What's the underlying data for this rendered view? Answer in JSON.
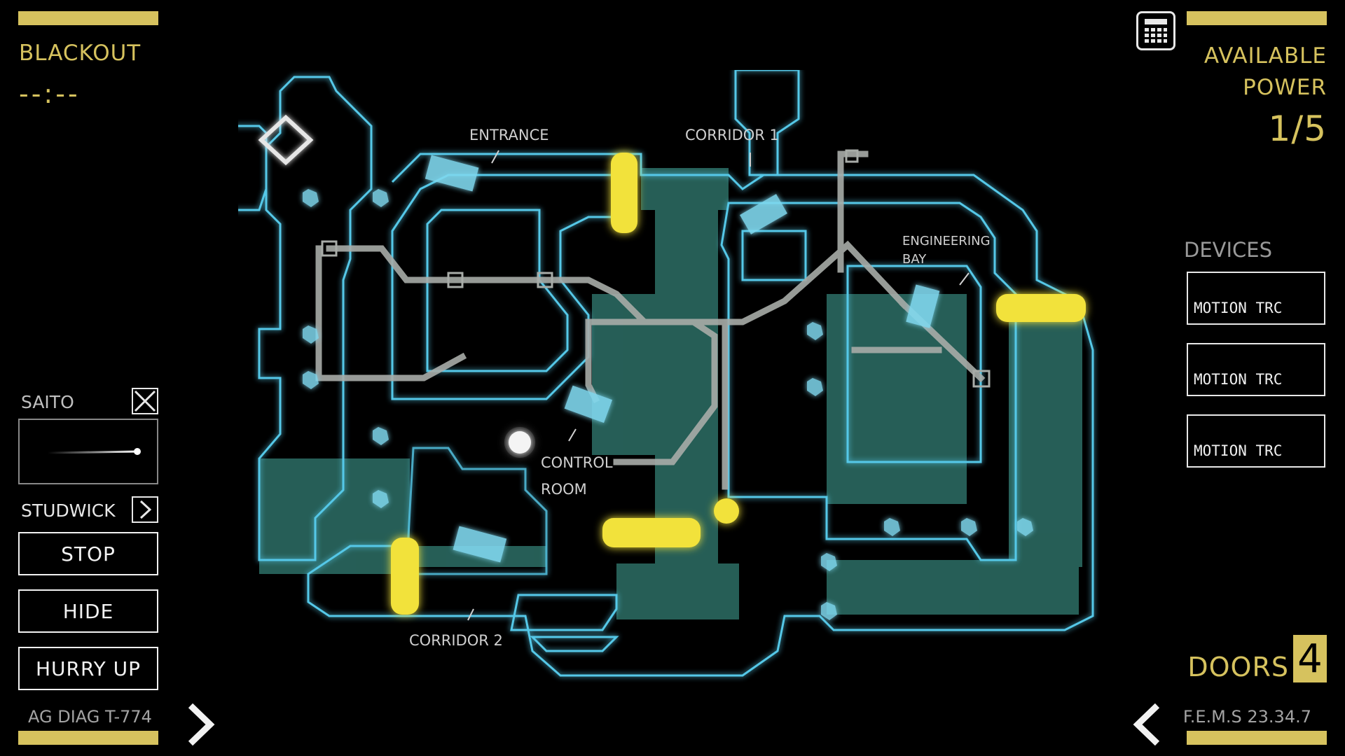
{
  "hud": {
    "blackout_title": "BLACKOUT",
    "blackout_timer": "--:--",
    "power_label_1": "AVAILABLE",
    "power_label_2": "POWER",
    "power_value": "1/5",
    "doors_label": "DOORS",
    "doors_count": "4",
    "diag_code": "AG DIAG T-774",
    "fems_code": "F.E.M.S 23.34.7"
  },
  "devices": {
    "title": "DEVICES",
    "items": [
      {
        "label": "MOTION TRC"
      },
      {
        "label": "MOTION TRC"
      },
      {
        "label": "MOTION TRC"
      }
    ]
  },
  "crew": {
    "saito": "SAITO",
    "studwick": "STUDWICK"
  },
  "actions": {
    "stop": "STOP",
    "hide": "HIDE",
    "hurry_up": "HURRY UP"
  },
  "map": {
    "labels": {
      "entrance": "ENTRANCE",
      "corridor1": "CORRIDOR 1",
      "engineering1": "ENGINEERING",
      "engineering2": "BAY",
      "control1": "CONTROL",
      "control2": "ROOM",
      "corridor2": "CORRIDOR 2"
    }
  },
  "colors": {
    "gold": "#d6c25e",
    "cyan": "#55c8e8",
    "room_fill": "#2d6f66",
    "door_yellow": "#f2e23a",
    "route_grey": "#a8aca8"
  }
}
